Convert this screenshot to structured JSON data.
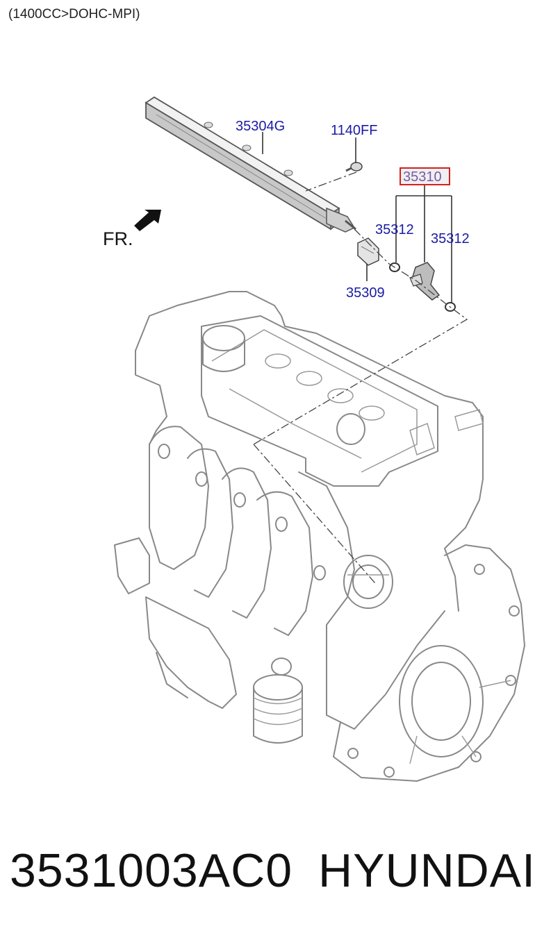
{
  "header": {
    "subtitle": "(1400CC>DOHC-MPI)"
  },
  "diagram": {
    "direction_label": "FR.",
    "callouts": {
      "fuel_rail": "35304G",
      "bolt": "1140FF",
      "injector_assembly": "35310",
      "o_ring_left": "35312",
      "o_ring_right": "35312",
      "clip": "35309"
    },
    "highlighted_callout": "35310",
    "colors": {
      "callout": "#1a1aa6",
      "highlight_box": "#d42020",
      "linework": "#888888"
    }
  },
  "footer": {
    "part_number": "3531003AC0",
    "brand": "HYUNDAI"
  }
}
